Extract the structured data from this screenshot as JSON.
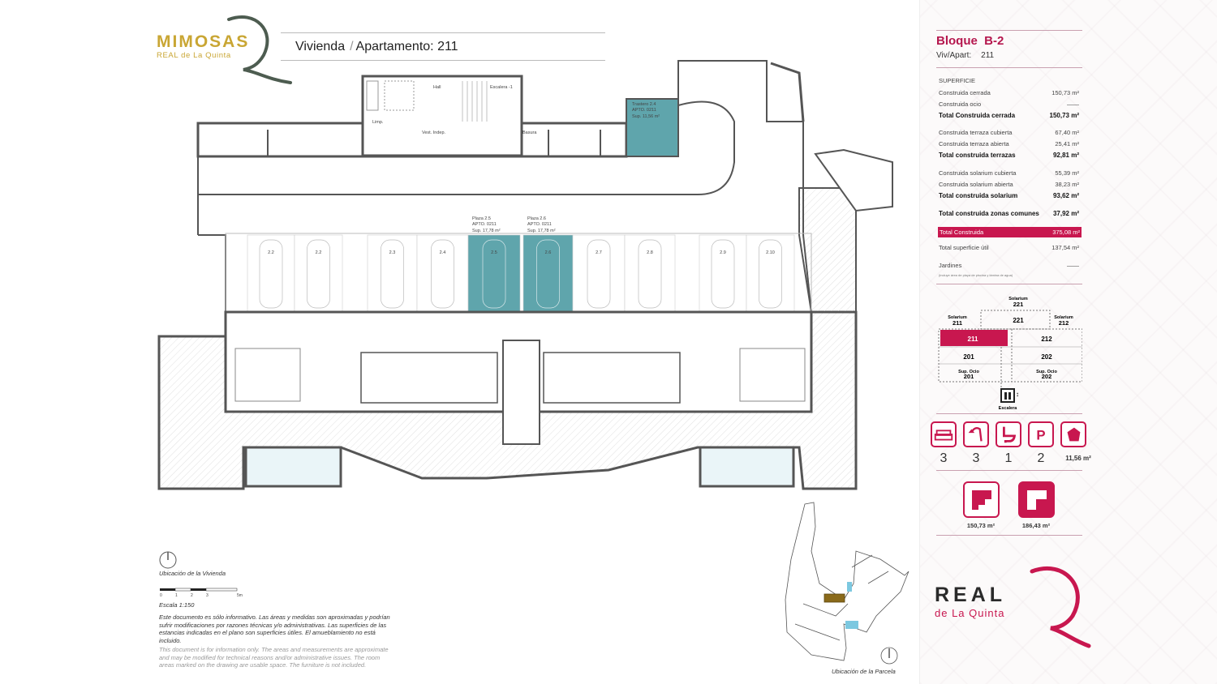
{
  "header": {
    "brand": "MIMOSAS",
    "brand_sub": "REAL de La Quinta",
    "title_a": "Vivienda",
    "title_sep": "/",
    "title_b": "Apartamento:",
    "title_num": "211"
  },
  "plan": {
    "rooms": {
      "hall": "Hall",
      "escalera": "Escalera -1",
      "limp": "Limp.",
      "vest": "Vest. Indep.",
      "basura": "Basura"
    },
    "trastero": {
      "l1": "Trastero 2.4",
      "l2": "APTO. 0211",
      "l3": "Sup. 11,56 m²"
    },
    "plaza5": {
      "l1": "Plaza 2.5",
      "l2": "APTO. 0211",
      "l3": "Sup. 17,78 m²"
    },
    "plaza6": {
      "l1": "Plaza 2.6",
      "l2": "APTO. 0211",
      "l3": "Sup. 17,78 m²"
    },
    "parking": [
      "2.2",
      "2.2",
      "2.3",
      "2.4",
      "2.5",
      "2.6",
      "2.7",
      "2.8",
      "2.9",
      "2.10"
    ],
    "highlighted": [
      "2.5",
      "2.6"
    ],
    "highlight_color": "#5fa5ac"
  },
  "notes": {
    "location": "Ubicación de la Vivienda",
    "scale_ticks": [
      "0",
      "1",
      "2",
      "3",
      "5m"
    ],
    "scale": "Escala 1:150",
    "es": "Este documento es sólo informativo. Las áreas y medidas son aproximadas y podrían sufrir modificaciones por razones técnicas y/o administrativas. Las superficies de las estancias indicadas en el plano son superficies útiles. El amueblamiento no está incluido.",
    "en": "This document is for information only. The areas and measurements are approximate and may be modified for technical reasons and/or administrative issues. The room areas marked on the drawing are usable space. The furniture is not included."
  },
  "parcel": {
    "caption": "Ubicación de la Parcela"
  },
  "panel": {
    "bloque": "Bloque  B-2",
    "viv_label": "Viv/Apart:",
    "viv_value": "211",
    "superficie": "SUPERFICIE",
    "rows": [
      {
        "label": "Construida cerrada",
        "value": "150,73 m²"
      },
      {
        "label": "Construida ocio",
        "value": "——"
      },
      {
        "label": "Total Construida cerrada",
        "value": "150,73 m²"
      },
      {
        "label": "Construida terraza cubierta",
        "value": "67,40 m²"
      },
      {
        "label": "Construida terraza abierta",
        "value": "25,41 m²"
      },
      {
        "label": "Total construida terrazas",
        "value": "92,81 m²"
      },
      {
        "label": "Construida solarium cubierta",
        "value": "55,39 m²"
      },
      {
        "label": "Construida solarium abierta",
        "value": "38,23 m²"
      },
      {
        "label": "Total construida solarium",
        "value": "93,62 m²"
      },
      {
        "label": "Total construida zonas comunes",
        "value": "37,92 m²"
      },
      {
        "label": "Total Construida",
        "value": "375,08 m²"
      },
      {
        "label": "Total superficie útil",
        "value": "137,54 m²"
      },
      {
        "label": "Jardines",
        "value": "——"
      }
    ],
    "jardines_note": "(incluye área de playa de piscina y lámina de agua)",
    "diagram": {
      "sol221_a": "Solarium",
      "sol221_b": "221",
      "u221": "221",
      "sol211_a": "Solarium",
      "sol211_b": "211",
      "sol212_a": "Solarium",
      "sol212_b": "212",
      "u211": "211",
      "u212": "212",
      "u201": "201",
      "u202": "202",
      "ocio201_a": "Sup. Ocio",
      "ocio201_b": "201",
      "ocio202_a": "Sup. Ocio",
      "ocio202_b": "202",
      "escalera": "Escalera"
    },
    "features": [
      {
        "icon": "bed-icon",
        "value": "3"
      },
      {
        "icon": "shower-icon",
        "value": "3"
      },
      {
        "icon": "toilet-icon",
        "value": "1"
      },
      {
        "icon": "parking-icon",
        "value": "2"
      },
      {
        "icon": "storage-icon",
        "value": "11,56 m²"
      }
    ],
    "areas": [
      {
        "icon": "built-area-icon",
        "value": "150,73 m²"
      },
      {
        "icon": "total-area-icon",
        "value": "186,43 m²"
      }
    ],
    "accent": "#c8174f",
    "logo_main": "REAL",
    "logo_sub": "de La Quinta"
  }
}
